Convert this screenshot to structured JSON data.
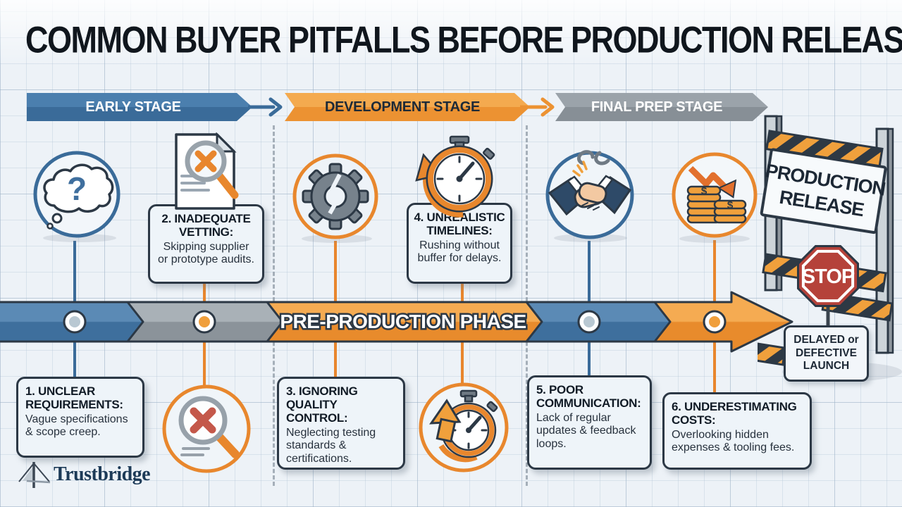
{
  "title": "COMMON BUYER PITFALLS BEFORE PRODUCTION RELEASE",
  "stages": {
    "early": "EARLY STAGE",
    "development": "DEVELOPMENT STAGE",
    "final": "FINAL PREP STAGE"
  },
  "timeline": {
    "phase_label": "PRE-PRODUCTION PHASE"
  },
  "pitfalls": [
    {
      "title": "1. UNCLEAR REQUIREMENTS:",
      "body": "Vague specifications & scope creep."
    },
    {
      "title": "2. INADEQUATE VETTING:",
      "body": "Skipping supplier or prototype audits."
    },
    {
      "title": "3. IGNORING QUALITY CONTROL:",
      "body": "Neglecting testing standards & certifications."
    },
    {
      "title": "4. UNREALISTIC TIMELINES:",
      "body": "Rushing without buffer for delays."
    },
    {
      "title": "5. POOR COMMUNICATION:",
      "body": "Lack of regular updates & feedback loops."
    },
    {
      "title": "6. UNDERESTIMATING COSTS:",
      "body": "Overlooking hidden expenses & tooling fees."
    }
  ],
  "barrier": {
    "sign_line1": "PRODUCTION",
    "sign_line2": "RELEASE",
    "stop_label": "STOP",
    "outcome": "DELAYED or DEFECTIVE LAUNCH"
  },
  "brand": {
    "name": "Trustbridge"
  },
  "colors": {
    "blue": "#3a6b99",
    "orange": "#ee8f2e",
    "gray": "#8d959c",
    "stop_red": "#b5423a",
    "ink": "#2c3845"
  }
}
